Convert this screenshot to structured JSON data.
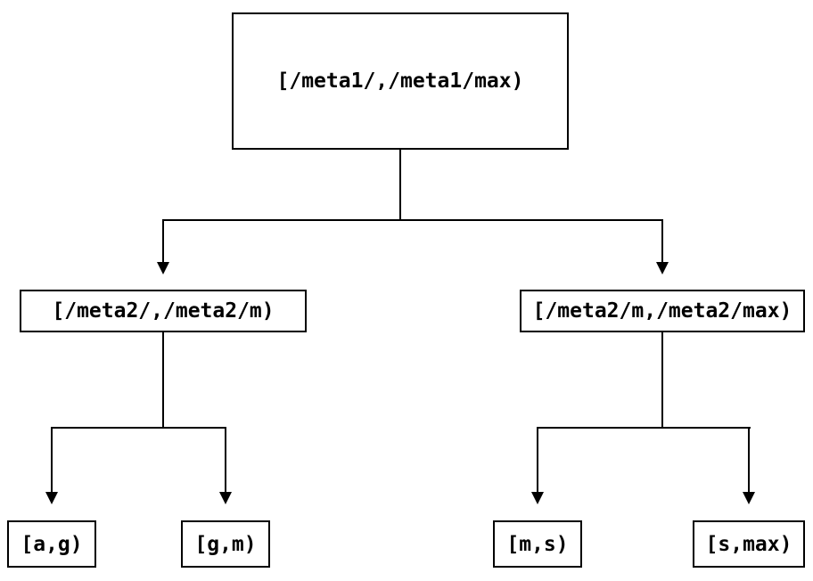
{
  "colors": {
    "line": "#000000",
    "background": "#ffffff"
  },
  "diagram": {
    "type": "tree",
    "root": {
      "label": "[/meta1/,/meta1/max)"
    },
    "level2": [
      {
        "label": "[/meta2/,/meta2/m)"
      },
      {
        "label": "[/meta2/m,/meta2/max)"
      }
    ],
    "leaves": [
      {
        "label": "[a,g)"
      },
      {
        "label": "[g,m)"
      },
      {
        "label": "[m,s)"
      },
      {
        "label": "[s,max)"
      }
    ]
  }
}
